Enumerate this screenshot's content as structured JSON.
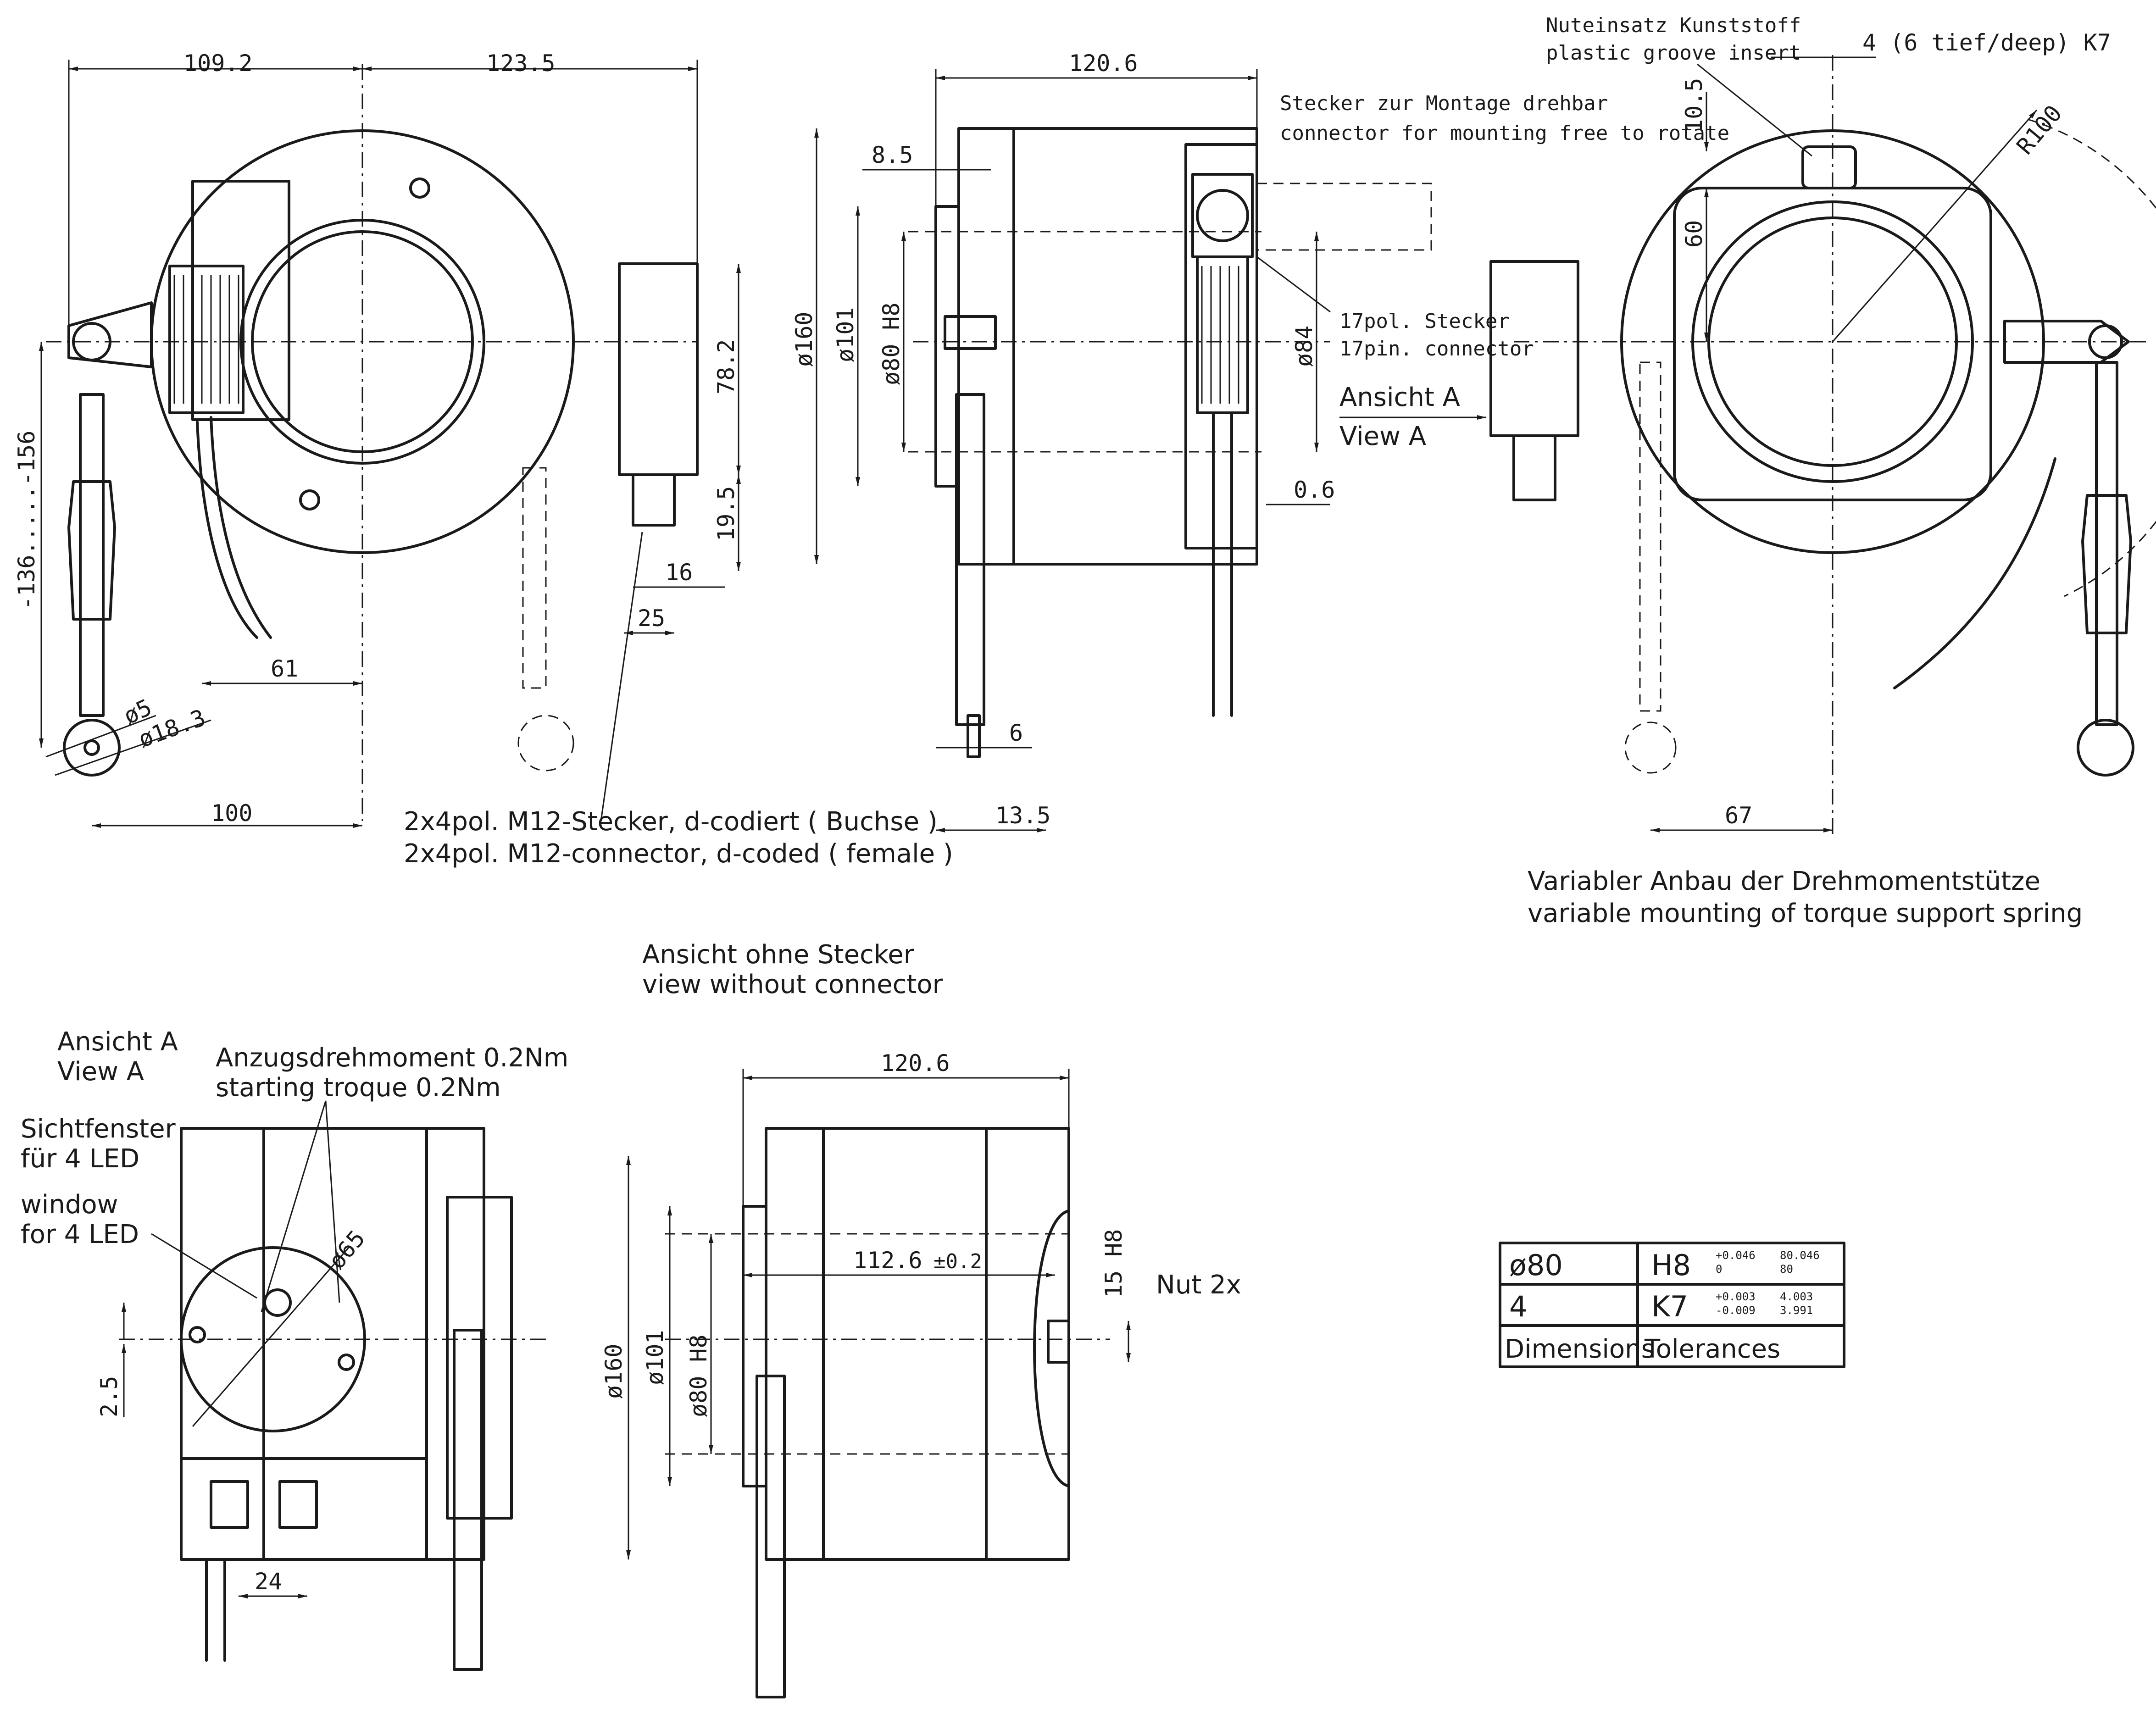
{
  "views": {
    "front": {
      "dims": {
        "w_left": "109.2",
        "w_right": "123.5",
        "range": "-136.....-156",
        "h_782": "78.2",
        "h_195": "19.5",
        "w_16": "16",
        "w_25": "25",
        "w_61": "61",
        "d5": "ø5",
        "d183": "ø18.3",
        "w_100": "100"
      },
      "connector_label": [
        "2x4pol. M12-Stecker, d-codiert ( Buchse )",
        "2x4pol. M12-connector, d-coded ( female )"
      ]
    },
    "side": {
      "dims": {
        "w_1206": "120.6",
        "w_85": "8.5",
        "d160": "ø160",
        "d101": "ø101",
        "d80h8": "ø80 H8",
        "d84": "ø84",
        "w_06": "0.6",
        "w_6": "6",
        "w_135": "13.5"
      },
      "rotate_note": [
        "Stecker zur Montage drehbar",
        "connector for mounting free to rotate"
      ],
      "pin_note": [
        "17pol. Stecker",
        "17pin. connector"
      ],
      "view_a": [
        "Ansicht A",
        "View A"
      ]
    },
    "rear": {
      "groove_note": [
        "Nuteinsatz Kunststoff",
        "plastic groove insert"
      ],
      "groove_dim": "4 (6 tief/deep)  K7",
      "r100": "R100",
      "h_105": "10.5",
      "h_60": "60",
      "w_67": "67",
      "mount_note": [
        "Variabler Anbau der Drehmomentstütze",
        "variable mounting of torque support spring"
      ]
    },
    "view_a_bottom": {
      "title": [
        "Ansicht A",
        "View A"
      ],
      "torque": [
        "Anzugsdrehmoment 0.2Nm",
        "starting troque 0.2Nm"
      ],
      "window": [
        "Sichtfenster",
        "für 4 LED",
        "window",
        "for 4 LED"
      ],
      "d65": "ø65",
      "h_25": "2.5",
      "w_24": "24"
    },
    "no_connector": {
      "title": [
        "Ansicht ohne Stecker",
        "view without connector"
      ],
      "w_1206": "120.6",
      "d160": "ø160",
      "d101": "ø101",
      "d80h8": "ø80 H8",
      "depth": "112.6",
      "depth_tol": "±0.2",
      "slot": "15 H8",
      "nut": "Nut 2x"
    }
  },
  "tolerance_table": {
    "rows": [
      {
        "dim": "ø80",
        "fit": "H8",
        "dev_hi": "+0.046",
        "dev_lo": "0",
        "lim_hi": "80.046",
        "lim_lo": "80"
      },
      {
        "dim": "4",
        "fit": "K7",
        "dev_hi": "+0.003",
        "dev_lo": "-0.009",
        "lim_hi": "4.003",
        "lim_lo": "3.991"
      }
    ],
    "footer": [
      "Dimensions",
      "Tolerances"
    ]
  }
}
